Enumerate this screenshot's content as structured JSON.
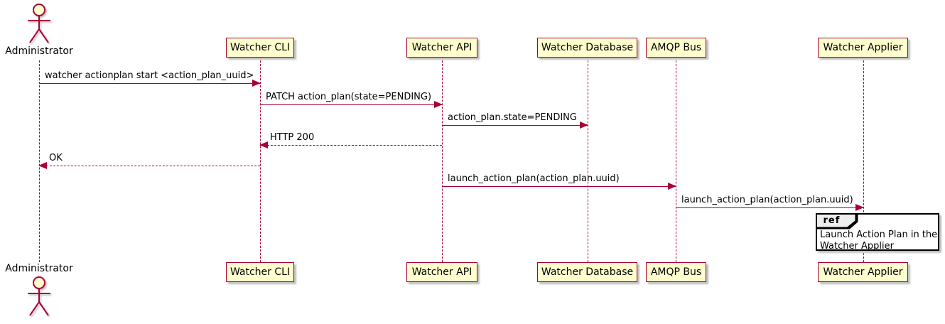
{
  "diagram": {
    "type": "sequence-diagram",
    "actor": {
      "name": "Administrator"
    },
    "participants": [
      {
        "name": "Watcher CLI"
      },
      {
        "name": "Watcher API"
      },
      {
        "name": "Watcher Database"
      },
      {
        "name": "AMQP Bus"
      },
      {
        "name": "Watcher Applier"
      }
    ],
    "messages": [
      {
        "label": "watcher actionplan start <action_plan_uuid>",
        "from": "Administrator",
        "to": "Watcher CLI",
        "style": "solid"
      },
      {
        "label": "PATCH action_plan(state=PENDING)",
        "from": "Watcher CLI",
        "to": "Watcher API",
        "style": "solid"
      },
      {
        "label": "action_plan.state=PENDING",
        "from": "Watcher API",
        "to": "Watcher Database",
        "style": "solid"
      },
      {
        "label": "HTTP 200",
        "from": "Watcher API",
        "to": "Watcher CLI",
        "style": "dashed-reply"
      },
      {
        "label": "OK",
        "from": "Watcher CLI",
        "to": "Administrator",
        "style": "dashed-reply"
      },
      {
        "label": "launch_action_plan(action_plan.uuid)",
        "from": "Watcher API",
        "to": "AMQP Bus",
        "style": "solid"
      },
      {
        "label": "launch_action_plan(action_plan.uuid)",
        "from": "AMQP Bus",
        "to": "Watcher Applier",
        "style": "solid"
      }
    ],
    "ref": {
      "keyword": "ref",
      "line1": "Launch Action Plan in the",
      "line2": "Watcher Applier"
    },
    "colors": {
      "participant_fill": "#FEFECE",
      "participant_border": "#A80036",
      "lifeline_color": "#A80036",
      "arrow_color": "#A80036",
      "text_color": "#000000",
      "ref_border": "#000000",
      "ref_header_fill": "#EEEEEE"
    }
  }
}
